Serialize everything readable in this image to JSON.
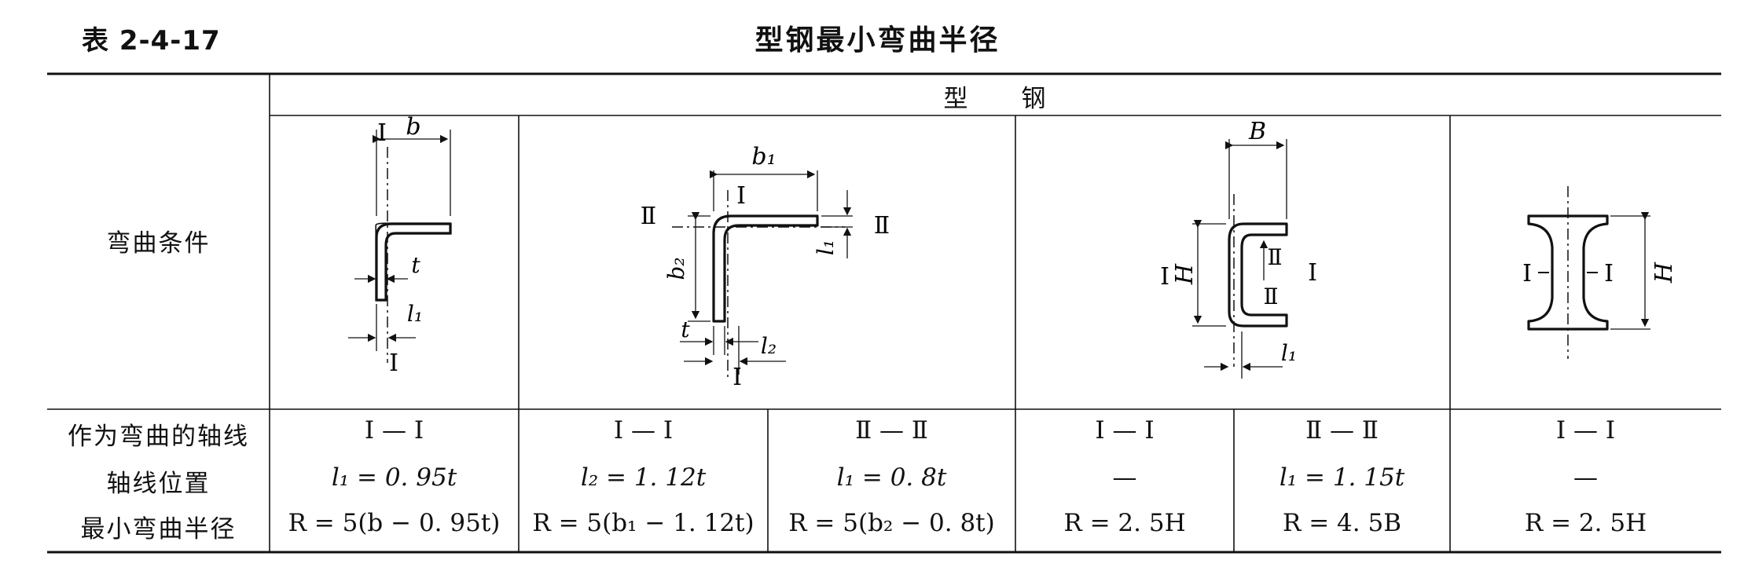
{
  "table_number": "表 2-4-17",
  "title": "型钢最小弯曲半径",
  "header": {
    "group": "型　　钢",
    "row_label": "弯曲条件"
  },
  "row_labels": [
    "作为弯曲的轴线",
    "轴线位置",
    "最小弯曲半径"
  ],
  "columns": [
    {
      "axis": "Ⅰ — Ⅰ",
      "position": "l₁ = 0. 95t",
      "radius": "R = 5(b − 0. 95t)"
    },
    {
      "axis": "Ⅰ — Ⅰ",
      "position": "l₂ = 1. 12t",
      "radius": "R = 5(b₁ − 1. 12t)"
    },
    {
      "axis": "Ⅱ — Ⅱ",
      "position": "l₁ = 0. 8t",
      "radius": "R = 5(b₂ − 0. 8t)"
    },
    {
      "axis": "Ⅰ — Ⅰ",
      "position": "—",
      "radius": "R = 2. 5H"
    },
    {
      "axis": "Ⅱ — Ⅱ",
      "position": "l₁ = 1. 15t",
      "radius": "R = 4. 5B"
    },
    {
      "axis": "Ⅰ — Ⅰ",
      "position": "—",
      "radius": "R = 2. 5H"
    }
  ],
  "figures": {
    "angle_equal": {
      "I_top": "I",
      "I_bottom": "I",
      "b": "b",
      "t": "t",
      "l1": "l₁"
    },
    "angle_unequal": {
      "b1": "b₁",
      "b2": "b₂",
      "I_top": "I",
      "I_bottom": "I",
      "II_left": "Ⅱ",
      "II_right": "Ⅱ",
      "l1": "l₁",
      "l2": "l₂",
      "t": "t"
    },
    "channel": {
      "B": "B",
      "H": "H",
      "I_left": "I",
      "I_right": "I",
      "II_top": "Ⅱ",
      "II_bottom": "Ⅱ",
      "l1": "l₁"
    },
    "ibeam": {
      "H": "H",
      "I_left": "I",
      "I_right": "I"
    }
  }
}
